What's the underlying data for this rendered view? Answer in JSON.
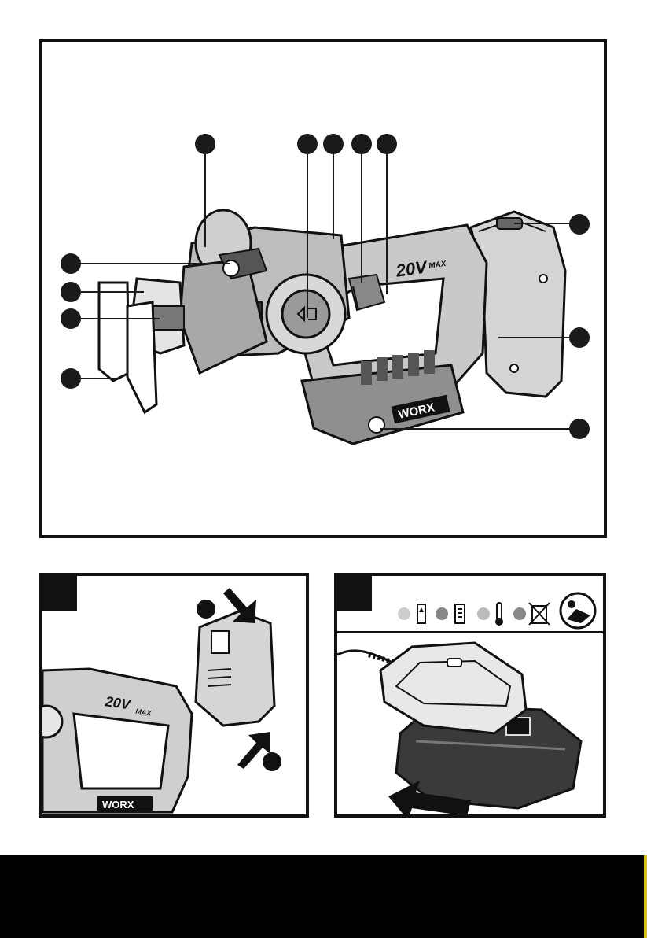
{
  "main": {
    "battery_voltage_label": "20V",
    "battery_max_label": "MAX",
    "brand_logo": "WORX"
  },
  "panel_a": {
    "tool_voltage_label": "20V",
    "tool_max_label": "MAX",
    "brand_logo": "WORX"
  },
  "panel_b": {
    "indicator_icons": [
      "charging-icon",
      "battery-full-icon",
      "temperature-icon",
      "do-not-dispose-icon",
      "read-manual-icon"
    ]
  },
  "colors": {
    "frame": "#111111",
    "footer": "#000000",
    "footer_accent": "#d8c31e",
    "tool_shade": "#9a9a9a",
    "tool_light": "#d9d9d9"
  }
}
